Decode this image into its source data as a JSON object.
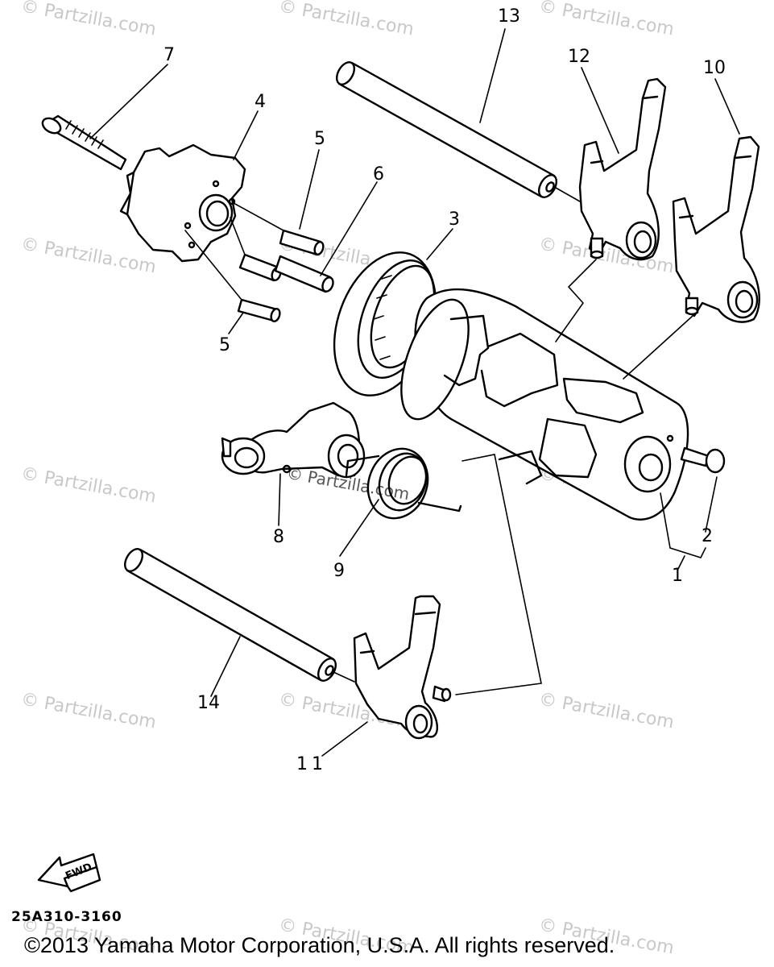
{
  "watermark": "© Partzilla.com",
  "callouts": {
    "c1": "1",
    "c2": "2",
    "c3": "3",
    "c4": "4",
    "c5a": "5",
    "c5b": "5",
    "c6": "6",
    "c7": "7",
    "c8": "8",
    "c9": "9",
    "c10": "10",
    "c11": "11",
    "c12": "12",
    "c13": "13",
    "c14": "14"
  },
  "fwd_label": "FWD",
  "diagram_code": "25A310-3160",
  "copyright": "©2013  Yamaha Motor Corporation, U.S.A. All rights reserved."
}
